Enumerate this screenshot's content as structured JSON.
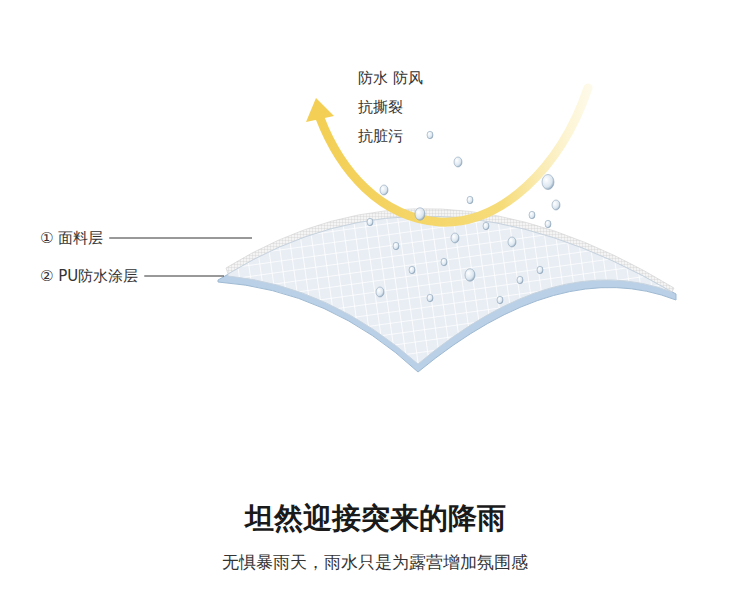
{
  "diagram": {
    "title": "坦然迎接突来的降雨",
    "caption": "无惧暴雨天，雨水只是为露营增加氛围感",
    "labels": [
      "防水 防风",
      "抗撕裂",
      "抗脏污",
      "① 面料层",
      "② PU防水涂层"
    ]
  }
}
